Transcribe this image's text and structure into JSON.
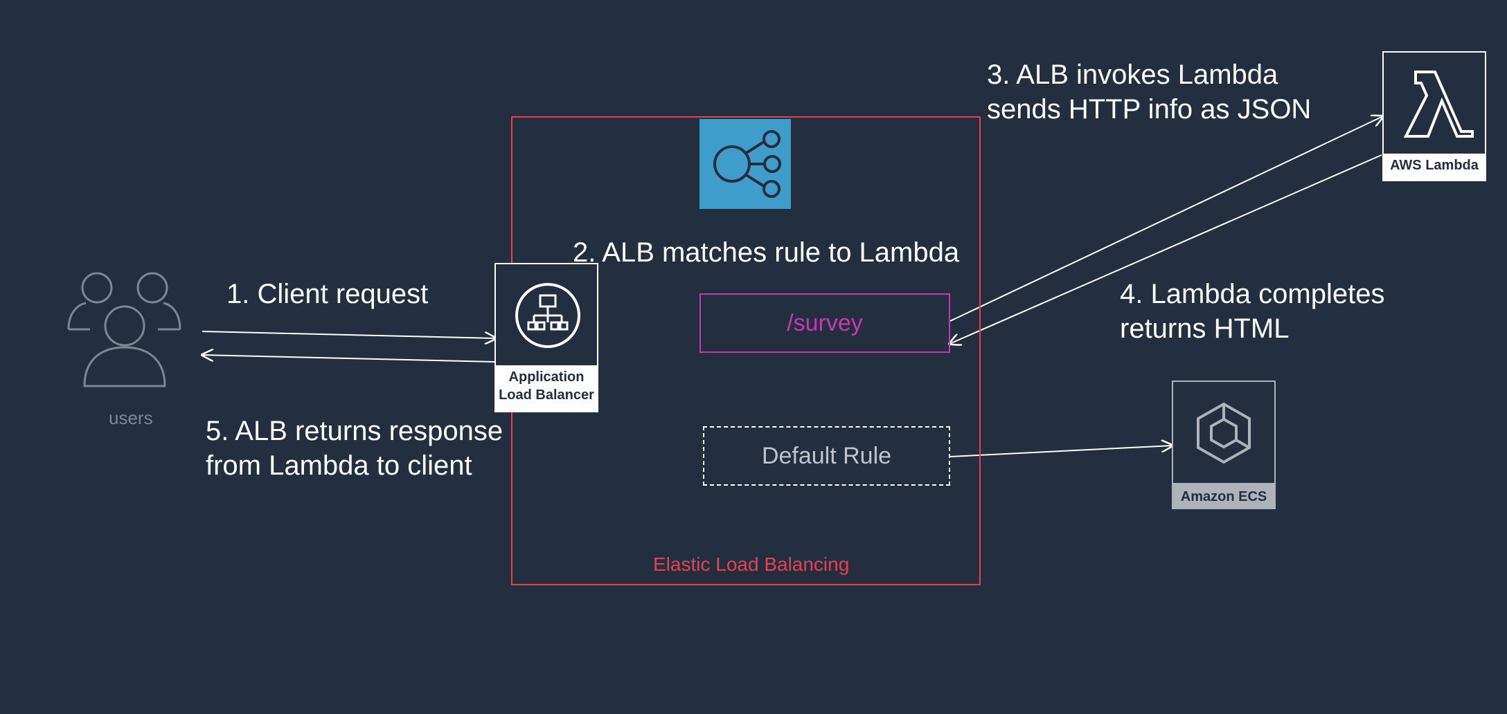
{
  "diagram": {
    "steps": {
      "step1": "1. Client request",
      "step2": "2. ALB matches rule to Lambda",
      "step3_line1": "3. ALB invokes Lambda",
      "step3_line2": "sends HTTP info as JSON",
      "step4_line1": "4. Lambda completes",
      "step4_line2": "returns HTML",
      "step5_line1": "5. ALB returns response",
      "step5_line2": "from Lambda to client"
    },
    "users_label": "users",
    "elb_group_label": "Elastic Load Balancing",
    "alb_label_line1": "Application",
    "alb_label_line2": "Load Balancer",
    "rule_survey": "/survey",
    "rule_default": "Default Rule",
    "lambda_label": "AWS Lambda",
    "ecs_label": "Amazon ECS",
    "colors": {
      "background": "#232f3e",
      "elb_group": "#e7404f",
      "survey_rule": "#c23bb0",
      "elb_icon": "#3f9dca",
      "ecs_caption_bg": "#aeb3b9"
    }
  }
}
